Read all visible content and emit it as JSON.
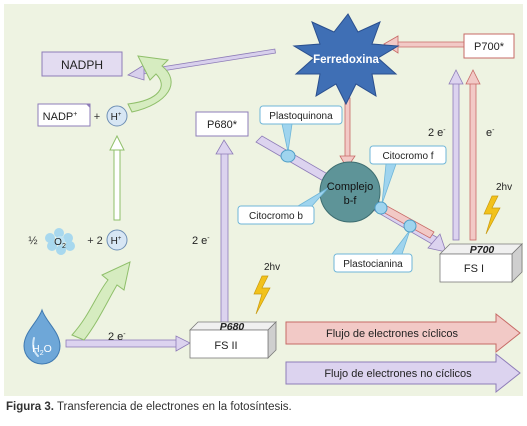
{
  "colors": {
    "panel": "#eef3e2",
    "lavender": "#e3dcf1",
    "lavender_border": "#8e7cb8",
    "arrow_purple": "#b6a8d6",
    "arrow_red": "#e6b0ad",
    "ferredoxina_fill": "#3f6fb5",
    "complex_fill": "#5e9498",
    "connector_fill": "#9fd4ee",
    "lightning": "#f2c21b",
    "green_arrow": "#d6ecc0"
  },
  "icons": [
    "water-drop-icon",
    "oxygen-molecule-icon",
    "lightning-icon",
    "star-burst-icon"
  ],
  "labels": {
    "nadph": "NADPH",
    "nadp": "NADP",
    "nadp_sup": "+",
    "plus1": "+",
    "h": "H",
    "h_sup": "+",
    "half": "½",
    "o2": "O",
    "o2_sub": "2",
    "plus2": "+ 2",
    "h2": "H",
    "h2_sup": "+",
    "water": "H",
    "water_sub": "2",
    "water_o": "O",
    "two_e_bottom": "2 e",
    "two_e_bottom_sup": "-",
    "two_e_left": "2 e",
    "two_e_left_sup": "-",
    "p680_star": "P680*",
    "p700_star": "P700*",
    "ferredoxina": "Ferredoxina",
    "plastoquinona": "Plastoquinona",
    "citocromo_f": "Citocromo f",
    "complejo_line1": "Complejo",
    "complejo_line2": "b-f",
    "citocromo_b": "Citocromo b",
    "plastocianina": "Plastocianina",
    "two_e_right": "2 e",
    "two_e_right_sup": "-",
    "e_right": "e",
    "e_right_sup": "-",
    "hv_right": "2hv",
    "hv_left": "2hv",
    "p680": "P680",
    "fs2": "FS II",
    "p700": "P700",
    "fs1": "FS I",
    "flujo_ciclicos": "Flujo de electrones cíclicos",
    "flujo_no_ciclicos": "Flujo de electrones no cíclicos"
  },
  "caption": {
    "label": "Figura 3.",
    "text": "Transferencia de electrones en la fotosíntesis."
  }
}
